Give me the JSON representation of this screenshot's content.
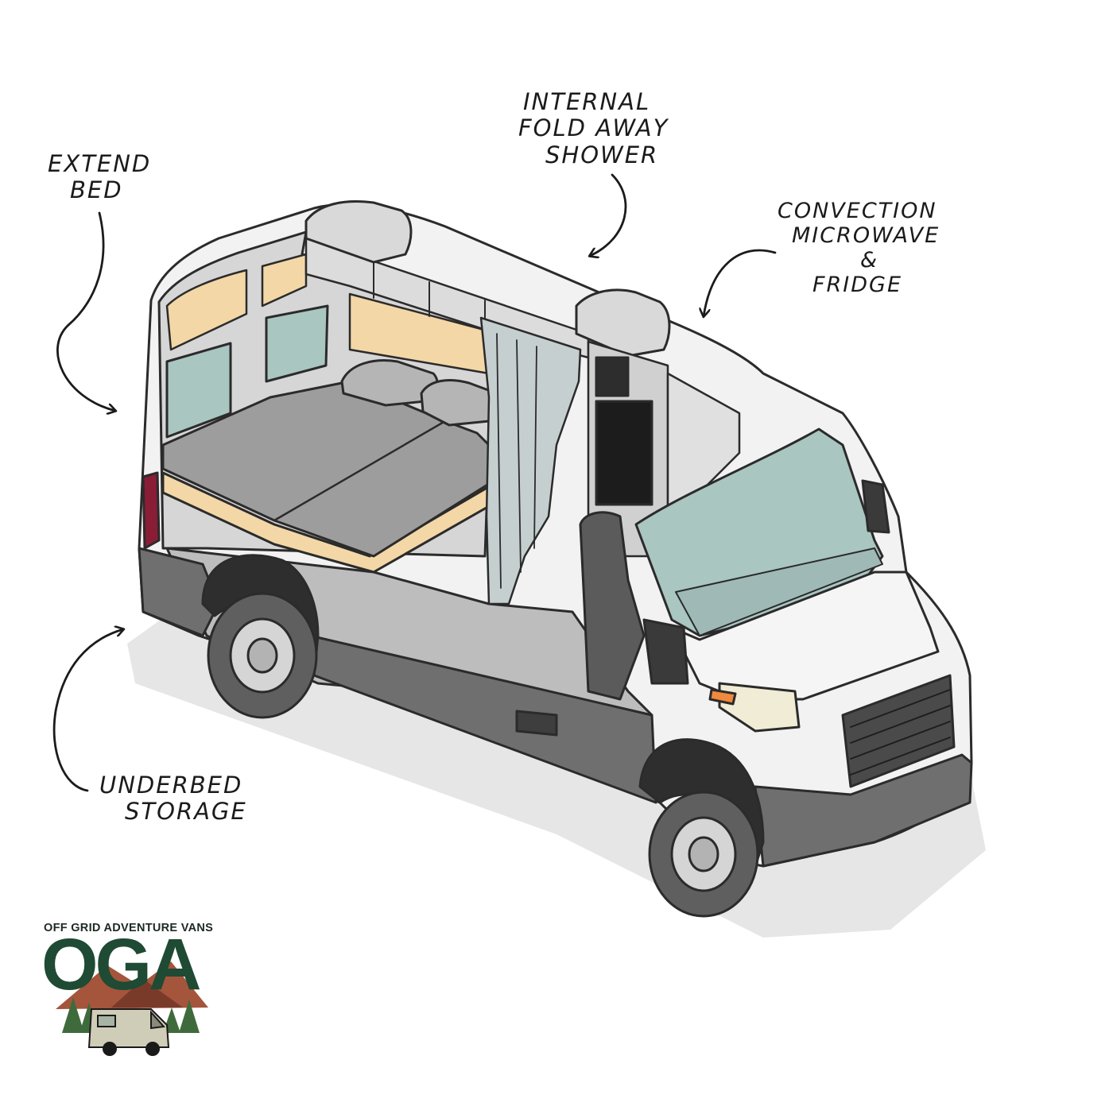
{
  "callouts": {
    "extend_bed": [
      "Extend",
      "Bed"
    ],
    "internal_shower": [
      "Internal",
      "Fold Away",
      "Shower"
    ],
    "microwave_fridge": [
      "Convection",
      "Microwave",
      "&",
      "Fridge"
    ],
    "underbed_storage": [
      "Underbed",
      "Storage"
    ]
  },
  "logo": {
    "tagline": "OFF GRID ADVENTURE VANS",
    "wordmark": "OGA",
    "icon": "van-in-forest-icon"
  },
  "colors": {
    "van_body": "#f2f2f2",
    "van_outline": "#2b2b2b",
    "wood": "#f3d7a6",
    "mattress": "#9d9d9d",
    "glass": "#a9c6c1",
    "bumper": "#6f6f6f",
    "logo_green": "#1f4a33",
    "logo_mountain": "#a4553b"
  }
}
